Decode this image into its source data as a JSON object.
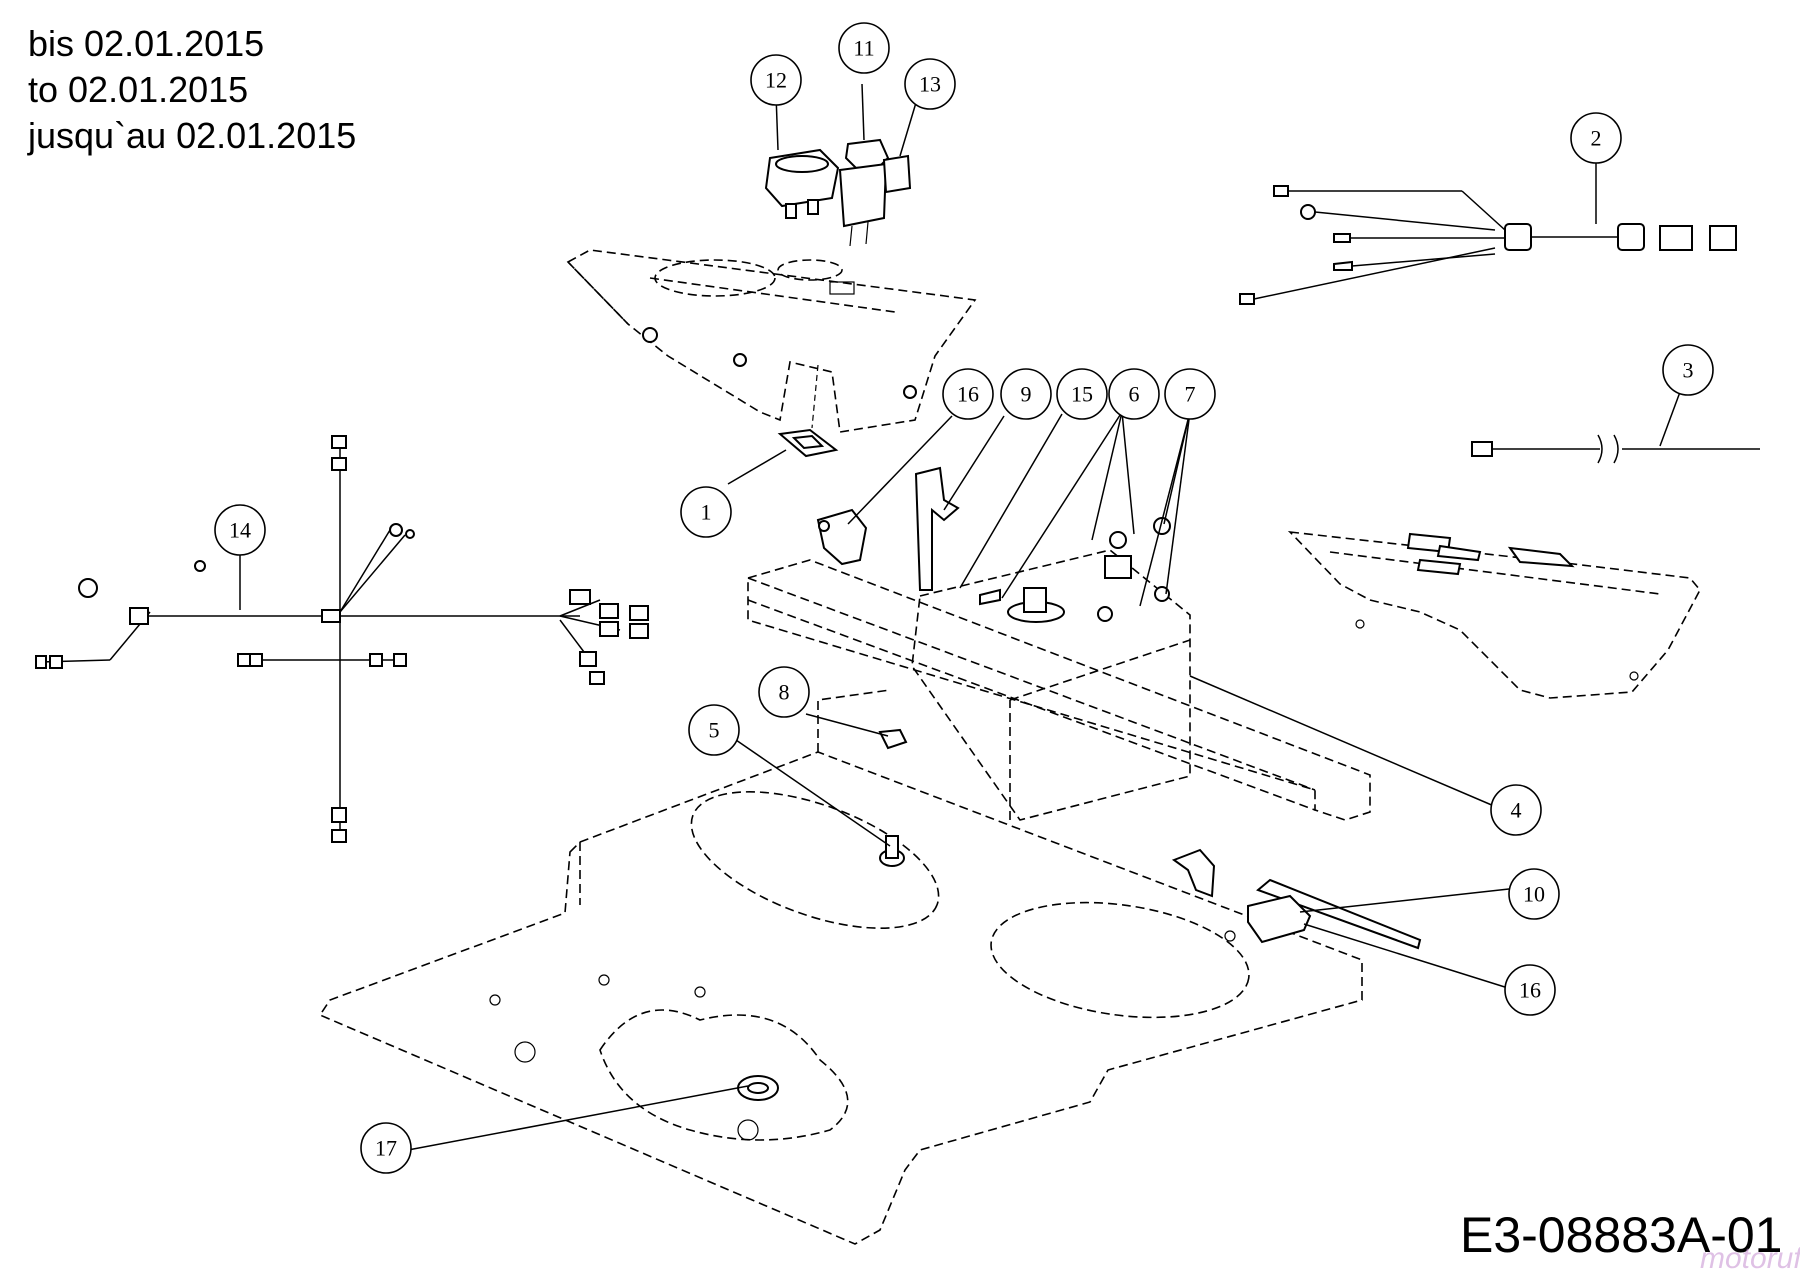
{
  "header": {
    "date_lines": [
      "bis 02.01.2015",
      "to 02.01.2015",
      "jusqu`au 02.01.2015"
    ]
  },
  "drawing_code": "E3-08883A-01",
  "watermark": "motoruf",
  "callouts": [
    {
      "id": "callout-1",
      "label": "1"
    },
    {
      "id": "callout-2",
      "label": "2"
    },
    {
      "id": "callout-3",
      "label": "3"
    },
    {
      "id": "callout-4",
      "label": "4"
    },
    {
      "id": "callout-5",
      "label": "5"
    },
    {
      "id": "callout-6",
      "label": "6"
    },
    {
      "id": "callout-7",
      "label": "7"
    },
    {
      "id": "callout-8",
      "label": "8"
    },
    {
      "id": "callout-9",
      "label": "9"
    },
    {
      "id": "callout-10",
      "label": "10"
    },
    {
      "id": "callout-11",
      "label": "11"
    },
    {
      "id": "callout-12",
      "label": "12"
    },
    {
      "id": "callout-13",
      "label": "13"
    },
    {
      "id": "callout-14",
      "label": "14"
    },
    {
      "id": "callout-15",
      "label": "15"
    },
    {
      "id": "callout-16a",
      "label": "16"
    },
    {
      "id": "callout-16b",
      "label": "16"
    },
    {
      "id": "callout-17",
      "label": "17"
    }
  ]
}
